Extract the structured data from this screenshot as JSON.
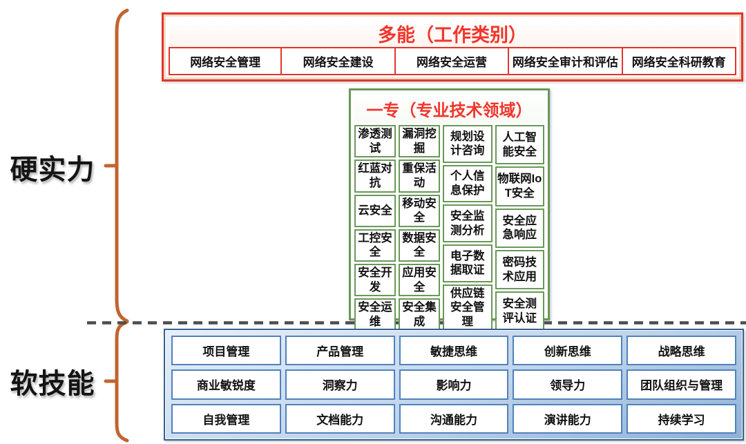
{
  "labels": {
    "hard": "硬实力",
    "soft": "软技能"
  },
  "work_categories": {
    "title": "多能（工作类别）",
    "items": [
      "网络安全管理",
      "网络安全建设",
      "网络安全运营",
      "网络安全审计和评估",
      "网络安全科研教育"
    ]
  },
  "specialties": {
    "title": "一专（专业技术领域）",
    "col1": [
      "渗透测试",
      "红蓝对抗",
      "云安全",
      "工控安全",
      "安全开发",
      "安全运维"
    ],
    "col2": [
      "漏洞挖掘",
      "重保活动",
      "移动安全",
      "数据安全",
      "应用安全",
      "安全集成"
    ],
    "col3": [
      "规划设计咨询",
      "个人信息保护",
      "安全监测分析",
      "电子数据取证",
      "供应链安全管理"
    ],
    "col4": [
      "人工智能安全",
      "物联网IoT安全",
      "安全应急响应",
      "密码技术应用",
      "安全测评认证"
    ]
  },
  "soft_skills": {
    "rows": [
      [
        "项目管理",
        "产品管理",
        "敏捷思维",
        "创新思维",
        "战略思维"
      ],
      [
        "商业敏锐度",
        "洞察力",
        "影响力",
        "领导力",
        "团队组织与管理"
      ],
      [
        "自我管理",
        "文档能力",
        "沟通能力",
        "演讲能力",
        "持续学习"
      ]
    ]
  },
  "colors": {
    "red_border": "#e2352c",
    "red_title_text": "#f2352b",
    "green_border": "#699758",
    "blue_cell_border": "#4f81bd",
    "blue_outer_border": "#31608f",
    "brace_orange": "#c2652f",
    "dashed_divider": "#4d4d4d",
    "text": "#111111"
  }
}
